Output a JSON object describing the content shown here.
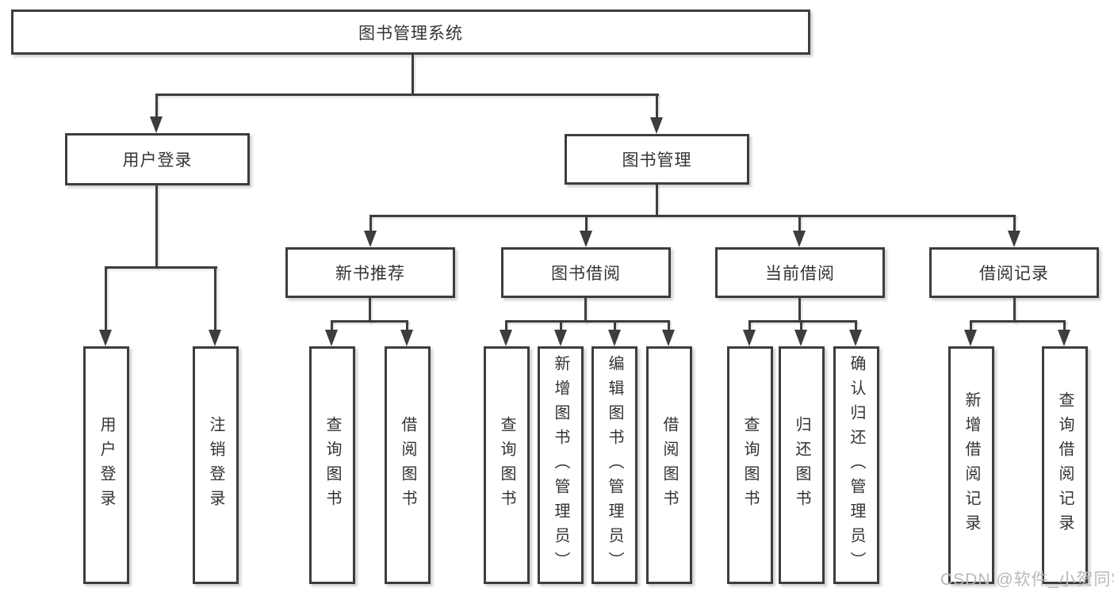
{
  "diagram": {
    "root": {
      "label": "图书管理系统"
    },
    "level2": [
      {
        "id": "user-login",
        "label": "用户登录"
      },
      {
        "id": "book-management",
        "label": "图书管理"
      }
    ],
    "level3": [
      {
        "id": "new-book-recommend",
        "label": "新书推荐"
      },
      {
        "id": "book-borrow",
        "label": "图书借阅"
      },
      {
        "id": "current-borrow",
        "label": "当前借阅"
      },
      {
        "id": "borrow-record",
        "label": "借阅记录"
      }
    ],
    "leaves": {
      "user_login": [
        "用户登录",
        "注销登录"
      ],
      "new_book_recommend": [
        "查询图书",
        "借阅图书"
      ],
      "book_borrow": [
        "查询图书",
        "新增图书（管理员）",
        "编辑图书（管理员）",
        "借阅图书"
      ],
      "current_borrow": [
        "查询图书",
        "归还图书",
        "确认归还（管理员）"
      ],
      "borrow_record": [
        "新增借阅记录",
        "查询借阅记录"
      ]
    }
  },
  "watermark": "CSDN @软件_小贺同学",
  "colors": {
    "line": "#3d3d3d",
    "text": "#333333",
    "watermark": "#b9b9b9",
    "background": "#ffffff"
  }
}
